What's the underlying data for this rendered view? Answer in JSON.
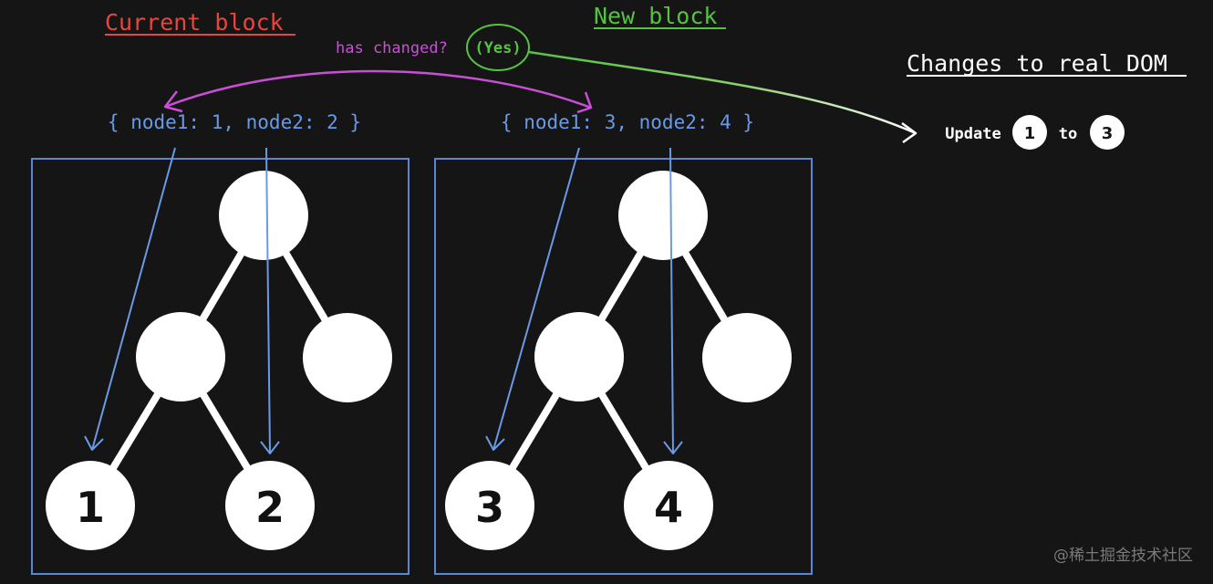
{
  "titles": {
    "current_block": "Current block",
    "new_block": "New block",
    "changes_to_real_dom": "Changes to real DOM"
  },
  "question": {
    "text": "has changed?",
    "answer": "(Yes)"
  },
  "current_block": {
    "props": "{ node1: 1, node2: 2 }",
    "leaf_left": "1",
    "leaf_right": "2"
  },
  "new_block": {
    "props": "{ node1: 3, node2: 4 }",
    "leaf_left": "3",
    "leaf_right": "4"
  },
  "update": {
    "label": "Update",
    "from": "1",
    "connector": "to",
    "to": "3"
  },
  "watermark": "@稀土掘金技术社区",
  "colors": {
    "background": "#151515",
    "current_title": "#e8453c",
    "new_title": "#55c240",
    "magenta": "#c94fd6",
    "blue": "#6a9ae6",
    "green": "#55c240",
    "node": "#ffffff",
    "box": "#5b86d6",
    "watermark": "#7a7a7a"
  }
}
